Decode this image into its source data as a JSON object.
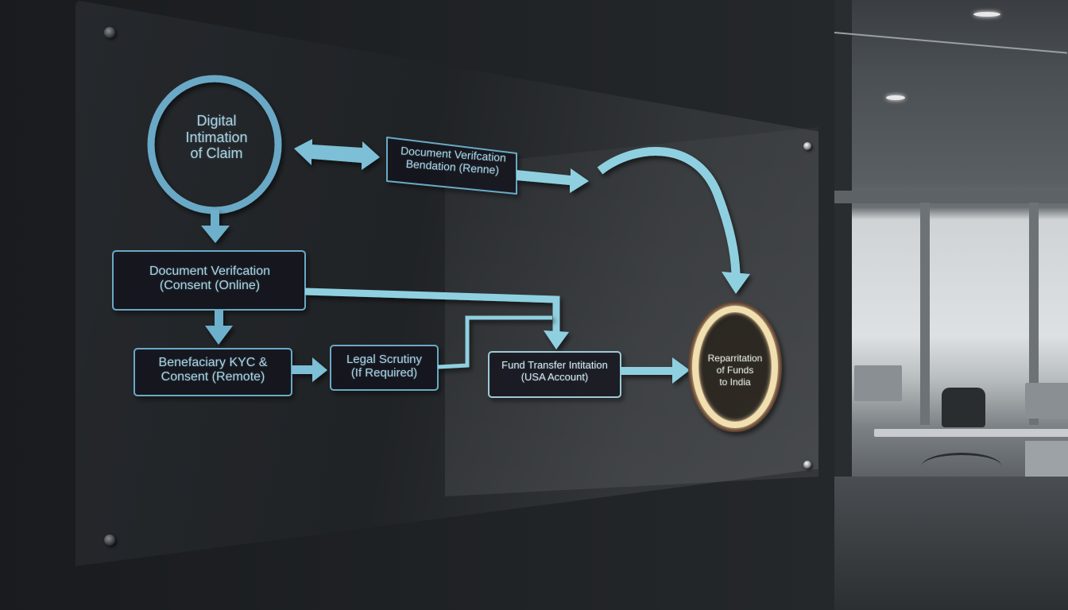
{
  "scene": {
    "description": "Glass wall panel showing a fund repatriation process flowchart in an office",
    "colors": {
      "node_stroke": "#6aa9c6",
      "arrow_fill": "#8fd0e0",
      "text": "#a9d3e2",
      "final_ring": "#f1dfb0",
      "final_text": "#e9e4d6",
      "wall": "#1f2225"
    }
  },
  "diagram": {
    "nodes": [
      {
        "id": "digital-intimation",
        "shape": "circle",
        "lines": [
          "Digital",
          "Intimation",
          "of Claim"
        ]
      },
      {
        "id": "doc-verification-top",
        "shape": "box",
        "lines": [
          "Document Verifcation",
          "Bendation (Renne)"
        ]
      },
      {
        "id": "doc-verification-consent",
        "shape": "box",
        "lines": [
          "Document Verifcation",
          "(Consent (Online)"
        ]
      },
      {
        "id": "beneficiary-kyc",
        "shape": "box",
        "lines": [
          "Benefaciary KYC &",
          "Consent (Remote)"
        ]
      },
      {
        "id": "legal-scrutiny",
        "shape": "box",
        "lines": [
          "Legal Scrutiny",
          "(If Required)"
        ]
      },
      {
        "id": "fund-transfer",
        "shape": "box",
        "lines": [
          "Fund Transfer Intitation",
          "(USA Account)"
        ]
      },
      {
        "id": "repatriation",
        "shape": "circle",
        "highlight": true,
        "lines": [
          "Reparritation",
          "of Funds",
          "to India"
        ]
      }
    ],
    "edges": [
      {
        "from": "digital-intimation",
        "to": "doc-verification-top",
        "type": "bidirectional"
      },
      {
        "from": "doc-verification-top",
        "to": "repatriation",
        "type": "curved"
      },
      {
        "from": "digital-intimation",
        "to": "doc-verification-consent",
        "type": "down"
      },
      {
        "from": "doc-verification-consent",
        "to": "beneficiary-kyc",
        "type": "down"
      },
      {
        "from": "doc-verification-consent",
        "to": "fund-transfer",
        "type": "elbow"
      },
      {
        "from": "beneficiary-kyc",
        "to": "legal-scrutiny",
        "type": "right"
      },
      {
        "from": "legal-scrutiny",
        "to": "fund-transfer",
        "type": "elbow"
      },
      {
        "from": "fund-transfer",
        "to": "repatriation",
        "type": "right"
      }
    ]
  }
}
